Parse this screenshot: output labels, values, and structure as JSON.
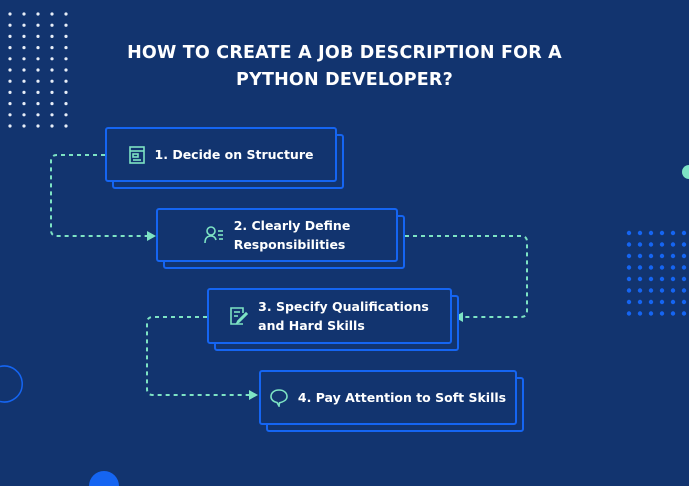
{
  "title": {
    "line1": "HOW TO CREATE A JOB DESCRIPTION FOR A",
    "line2": "PYTHON DEVELOPER?"
  },
  "steps": [
    {
      "line1": "1. Decide on Structure",
      "line2": "",
      "icon": "document-layout-icon"
    },
    {
      "line1": "2. Clearly Define",
      "line2": "Responsibilities",
      "icon": "person-list-icon"
    },
    {
      "line1": "3. Specify Qualifications",
      "line2": "and Hard Skills",
      "icon": "edit-note-icon"
    },
    {
      "line1": "4. Pay Attention to Soft Skills",
      "line2": "",
      "icon": "speech-bubble-icon"
    }
  ],
  "colors": {
    "background": "#12346f",
    "accent_blue": "#1565f2",
    "accent_mint": "#7de3c4"
  }
}
